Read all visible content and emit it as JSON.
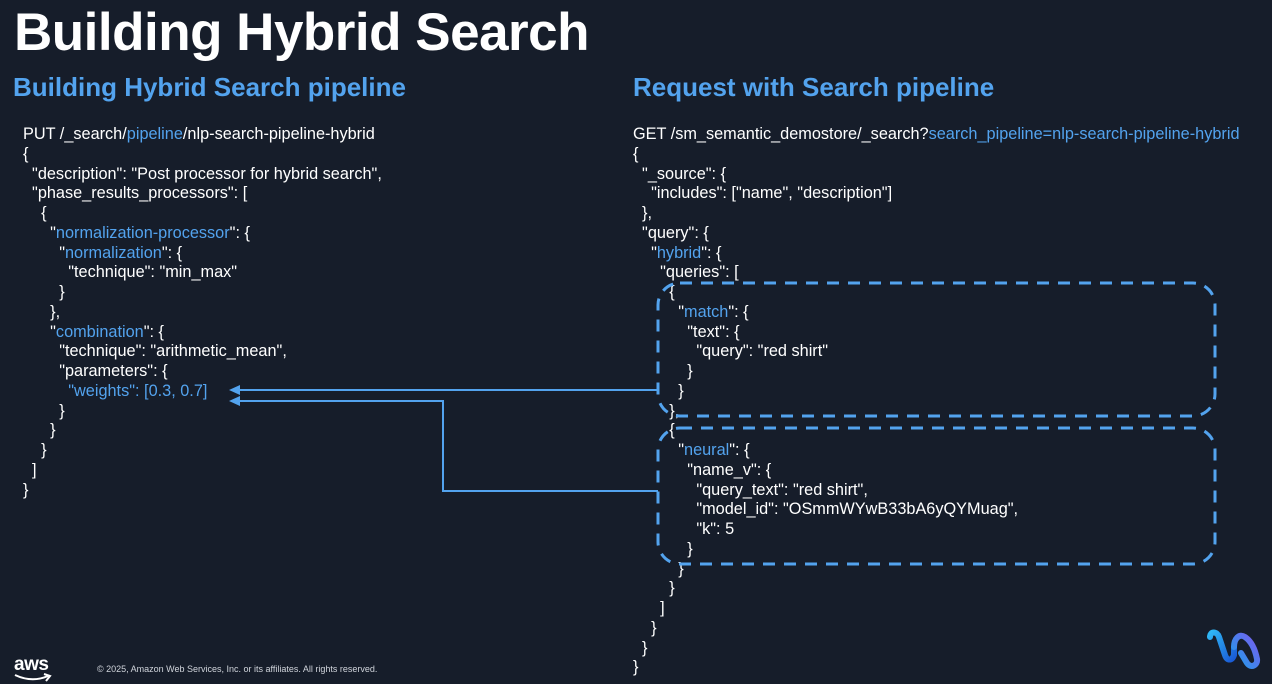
{
  "slide": {
    "title": "Building Hybrid Search",
    "left_heading": "Building Hybrid Search pipeline",
    "right_heading": "Request with Search pipeline"
  },
  "left_code": [
    [
      {
        "t": "PUT /_search/"
      },
      {
        "t": "pipeline",
        "hl": true
      },
      {
        "t": "/nlp-search-pipeline-hybrid"
      }
    ],
    [
      {
        "t": "{"
      }
    ],
    [
      {
        "t": "  \"description\": \"Post processor for hybrid search\","
      }
    ],
    [
      {
        "t": "  \"phase_results_processors\": ["
      }
    ],
    [
      {
        "t": "    {"
      }
    ],
    [
      {
        "t": "      \""
      },
      {
        "t": "normalization-processor",
        "hl": true
      },
      {
        "t": "\": {"
      }
    ],
    [
      {
        "t": "        \""
      },
      {
        "t": "normalization",
        "hl": true
      },
      {
        "t": "\": {"
      }
    ],
    [
      {
        "t": "          \"technique\": \"min_max\""
      }
    ],
    [
      {
        "t": "        }"
      }
    ],
    [
      {
        "t": "      },"
      }
    ],
    [
      {
        "t": "      \""
      },
      {
        "t": "combination",
        "hl": true
      },
      {
        "t": "\": {"
      }
    ],
    [
      {
        "t": "        \"technique\": \"arithmetic_mean\","
      }
    ],
    [
      {
        "t": "        \"parameters\": {"
      }
    ],
    [
      {
        "t": "          \"weights\": [0.3, 0.7]",
        "hl": true
      }
    ],
    [
      {
        "t": "        }"
      }
    ],
    [
      {
        "t": "      }"
      }
    ],
    [
      {
        "t": "    }"
      }
    ],
    [
      {
        "t": "  ]"
      }
    ],
    [
      {
        "t": "}"
      }
    ]
  ],
  "right_code": [
    [
      {
        "t": "GET /sm_semantic_demostore/_search?"
      },
      {
        "t": "search_pipeline=nlp-search-pipeline-hybrid",
        "hl": true
      }
    ],
    [
      {
        "t": "{"
      }
    ],
    [
      {
        "t": "  \"_source\": {"
      }
    ],
    [
      {
        "t": "    \"includes\": [\"name\", \"description\"]"
      }
    ],
    [
      {
        "t": "  },"
      }
    ],
    [
      {
        "t": "  \"query\": {"
      }
    ],
    [
      {
        "t": "    \""
      },
      {
        "t": "hybrid",
        "hl": true
      },
      {
        "t": "\": {"
      }
    ],
    [
      {
        "t": "      \"queries\": ["
      }
    ],
    [
      {
        "t": "        {"
      }
    ],
    [
      {
        "t": "          \""
      },
      {
        "t": "match",
        "hl": true
      },
      {
        "t": "\": {"
      }
    ],
    [
      {
        "t": "            \"text\": {"
      }
    ],
    [
      {
        "t": "              \"query\": \"red shirt\""
      }
    ],
    [
      {
        "t": "            }"
      }
    ],
    [
      {
        "t": "          }"
      }
    ],
    [
      {
        "t": "        },"
      }
    ],
    [
      {
        "t": "        {"
      }
    ],
    [
      {
        "t": "          \""
      },
      {
        "t": "neural",
        "hl": true
      },
      {
        "t": "\": {"
      }
    ],
    [
      {
        "t": "            \"name_v\": {"
      }
    ],
    [
      {
        "t": "              \"query_text\": \"red shirt\","
      }
    ],
    [
      {
        "t": "              \"model_id\": \"OSmmWYwB33bA6yQYMuag\","
      }
    ],
    [
      {
        "t": "              \"k\": 5"
      }
    ],
    [
      {
        "t": "            }"
      }
    ],
    [
      {
        "t": "          }"
      }
    ],
    [
      {
        "t": "        }"
      }
    ],
    [
      {
        "t": "      ]"
      }
    ],
    [
      {
        "t": "    }"
      }
    ],
    [
      {
        "t": "  }"
      }
    ],
    [
      {
        "t": "}"
      }
    ]
  ],
  "footer": {
    "logo_text": "aws",
    "copyright": "© 2025, Amazon Web Services, Inc. or its affiliates. All rights reserved."
  },
  "colors": {
    "background": "#161d2a",
    "accent": "#53a3ee",
    "text": "#ffffff"
  }
}
